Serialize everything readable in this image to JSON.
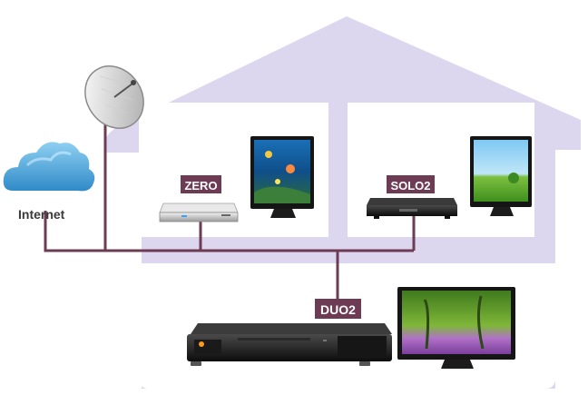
{
  "labels": {
    "internet": "Internet",
    "zero": "ZERO",
    "solo2": "SOLO2",
    "duo2": "DUO2"
  },
  "icons": [
    "cloud-icon",
    "satellite-dish-icon",
    "house-icon",
    "receiver-icon",
    "tv-icon"
  ],
  "colors": {
    "house": "#dcd6ee",
    "room": "#ffffff",
    "cable": "#6e3b55",
    "label_bg": "#6e3b55",
    "cloud": "#4aa6d8"
  }
}
